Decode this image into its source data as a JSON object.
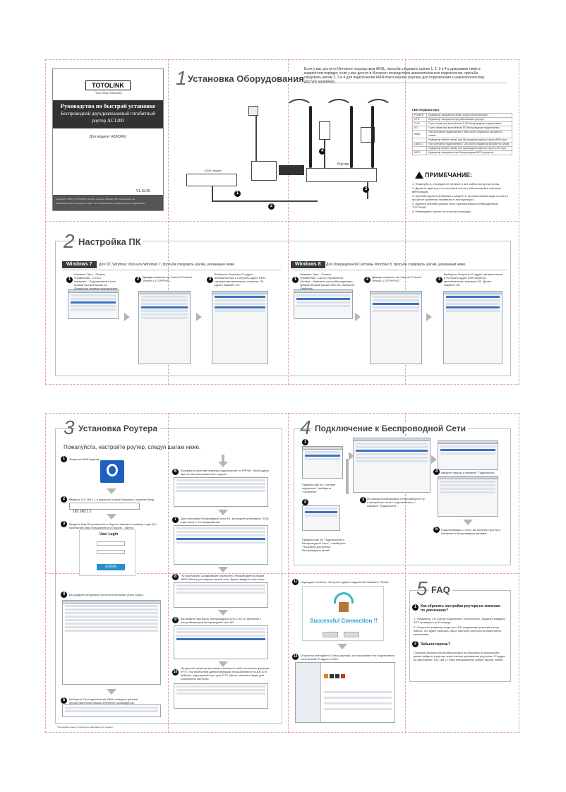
{
  "cover": {
    "logo": "TOTOLINK",
    "tagline": "Your Smart Networks",
    "title": "Руководство по быстрой установке",
    "subtitle_line1": "Беспроводной двухдиапазонный гигабитный",
    "subtitle_line2": "роутер AC1200",
    "model": "Для модели: A3002RU",
    "version": "V1.15.05",
    "copyright_line1": "Copyright © 2015 by TOTOLINK. All rights reserved. Website: http://www.totolink.net",
    "copyright_line2": "Информация в этом документе может быть изменена без предварительного уведомления."
  },
  "section1": {
    "number": "1",
    "title": "Установка Оборудования",
    "intro": "Если у вас доступ в Интернет посредством ADSL, просьба следовать шагам 1, 2, 3 и 4 в диаграмме ниже в корректном порядке; если у вас доступ в Интернет посредством широкополосного подключения, просьба следовать шагам 2, 3 и 4 для подключения WAN-порта вашего роутера для подключения к широкополосному доступу напрямую.",
    "adsl_label": "ADSL модем",
    "router_label": "Роутер",
    "led_header": "LED Индикаторы",
    "led_rows": [
      [
        "POWER",
        "Индикатор загорается синим, когда роутер включён."
      ],
      [
        "CPU",
        "Индикатор загорается при работающем роутере."
      ],
      [
        "2.4G",
        "Горит синим при включённом 2.4G беспроводном подключении."
      ],
      [
        "5G",
        "Горит синим при включённом 5G беспроводном подключении."
      ],
      [
        "WAN",
        "При успешном подключении к WAN-порту индикатор загорается синим."
      ],
      [
        "",
        "Индикатор мигает синим, при прохождении данных через WAN-порт."
      ],
      [
        "LAN1-4",
        "При успешном подключении к LAN-порту индикатор загорается синим."
      ],
      [
        "",
        "Индикатор мигает синим, при прохождении данных через LAN-порт."
      ],
      [
        "WPS",
        "Индикатор загорается при беспроводном WPS-процессе."
      ]
    ],
    "note_title": "ПРИМЕЧАНИЕ:",
    "notes": [
      "1. Пожалуйста, отсоедините питание и все кабели во время грозы.",
      "2. Держите адаптер от источников тепла и обеспечивайте хорошую вентиляцию.",
      "3. Просьба уделить внимание к защите от проникновения воды и влаги в процессе хранения, перевозки и эксплуатации.",
      "4. Адаптер питания должен быть оригинальным и утверждённым TOTOLINK.",
      "5. Размещайте роутер на плоской площадке."
    ],
    "steps": [
      "1",
      "2",
      "3",
      "4"
    ]
  },
  "section2": {
    "number": "2",
    "title": "Настройка ПК",
    "win7": {
      "label": "Windows 7",
      "caption": "Для ОС Windows Vista или Windows 7, просьба следовать шагам, указанным ниже.",
      "step1": "Нажмите Пуск→Панель Управления→Сеть и Интернет→Подключение к сети правой кнопкой мыши на Локальное сетевое подключение, выберите Свойства.",
      "step2": "Дважды кликните на \"Internet Protocol Version 4 (TCP/IPv4)\".",
      "step3": "Выберите Получить IP-адрес автоматически и Получить адрес DNS-сервера автоматически, кликните OK. Далее нажмите OK."
    },
    "win8": {
      "label": "Windows 8",
      "caption": "Для Операционной Системы Windows 8, просьба следовать шагам, указанным ниже.",
      "step1": "Нажмите Пуск→Панель Управления→Центр Управления Сетями→Изменить настройки адаптера, правой кнопкой мыши Ethernet, выберите Свойства.",
      "step2": "Дважды кликните на \"Internet Protocol Version 4 (TCP/IPv4)\".",
      "step3": "Выберите Получить IP-адрес автоматически и Получить адрес DNS-сервера автоматически, кликните OK. Далее нажмите OK."
    }
  },
  "section3": {
    "number": "3",
    "title": "Установка Роутера",
    "subtitle": "Пожалуйста, настройте роутер, следуя шагам ниже.",
    "s1": "Запустите Веб-браузер",
    "s2": "Введите 192.168.1.1 в адресной строке браузера, нажмите Ввод.",
    "s2_field": "192.168.1.1",
    "s3": "Введите Имя Пользователя и Пароль, нажмите клавишу Login (По умолчанию Имя Пользователя и Пароль - admin).",
    "s3_box": "User Login",
    "s3_button": "LOGIN",
    "s4": "Вы увидите интерфейс Простой Настройки (Easy Setup).",
    "s5": "Выберите Тип подключения WAN и введите данные, предоставленные вашим Интернет-провайдером.",
    "s6": "Возьмём в качестве примера подключение по PPPoE. Необходимо ввести имя пользователя и пароль.",
    "s7": "Для настройки беспроводной сети 5G, вы можете установить SSID (имя сети) и тип шифрования.",
    "s8": "По умолчанию, шифрование отключено. Рекомендуется режим WPA2 Mixed для защиты вашей сети. Далее введите ключ сети.",
    "s9": "Вы можете настроить беспроводную сеть 2.4G по аналогии с настройками для беспроводной сети 5G.",
    "s10": "На данной странице вы можете включить либо отключить функцию IPTV. При включении данной функции, просьба ввести VLAN ID и выбрать подходящий порт для IPTV. Далее, нажмите Apply для сохранения настроек.",
    "footnote": "* Интерфейс может отличаться в зависимости от модели."
  },
  "section4": {
    "number": "4",
    "title": "Подключение к Беспроводной Сети",
    "s1": "Правый клик на \"Сетевое окружение\", выберите \"Свойства\".",
    "s2": "Правый клик на \"Подключение к Беспроводной Сети\", и выберите \"Просмотр доступных беспроводных сетей\".",
    "s3": "Из списка беспроводных сетей выберите ту, к которой вы хотите подключиться, и нажмите \"Подключить\".",
    "s4": "Введите пароль и нажмите \"Подключить\".",
    "s5": "Подключившись к сети, вы получите доступ к Интернет в беспроводном режиме.",
    "s11": "Подождите немного. Интернет удачно подключён! Нажмите \"Finish\".",
    "s11_success": "Successful Connection !!",
    "s12": "Откроется интерфейс Статус роутера, он показывает тип подключения, полученный IP-адрес и DNS."
  },
  "faq": {
    "number": "5",
    "title": "FAQ",
    "q1": "Как сбросить настройки роутера на значения по умолчанию?",
    "a1_1": "1. Убедитесь, что роутер подключён к электросети. Зажмите клавишу RST примерно на 10 секунд.",
    "a1_2": "2. Отпустите клавишу, когда все LED-индикаторы роутера начнут мигать, это будет означать сброс настроек роутера на значения по умолчанию.",
    "q2": "Забыли пароль?",
    "a2": "Сначала сбросьте настройки роутера на значения по умолчанию, далее зайдите в роутер через панель управления роутером. IP-адрес по умолчанию: 192.168.1.1 Имя пользователя: admin Пароль: admin"
  }
}
